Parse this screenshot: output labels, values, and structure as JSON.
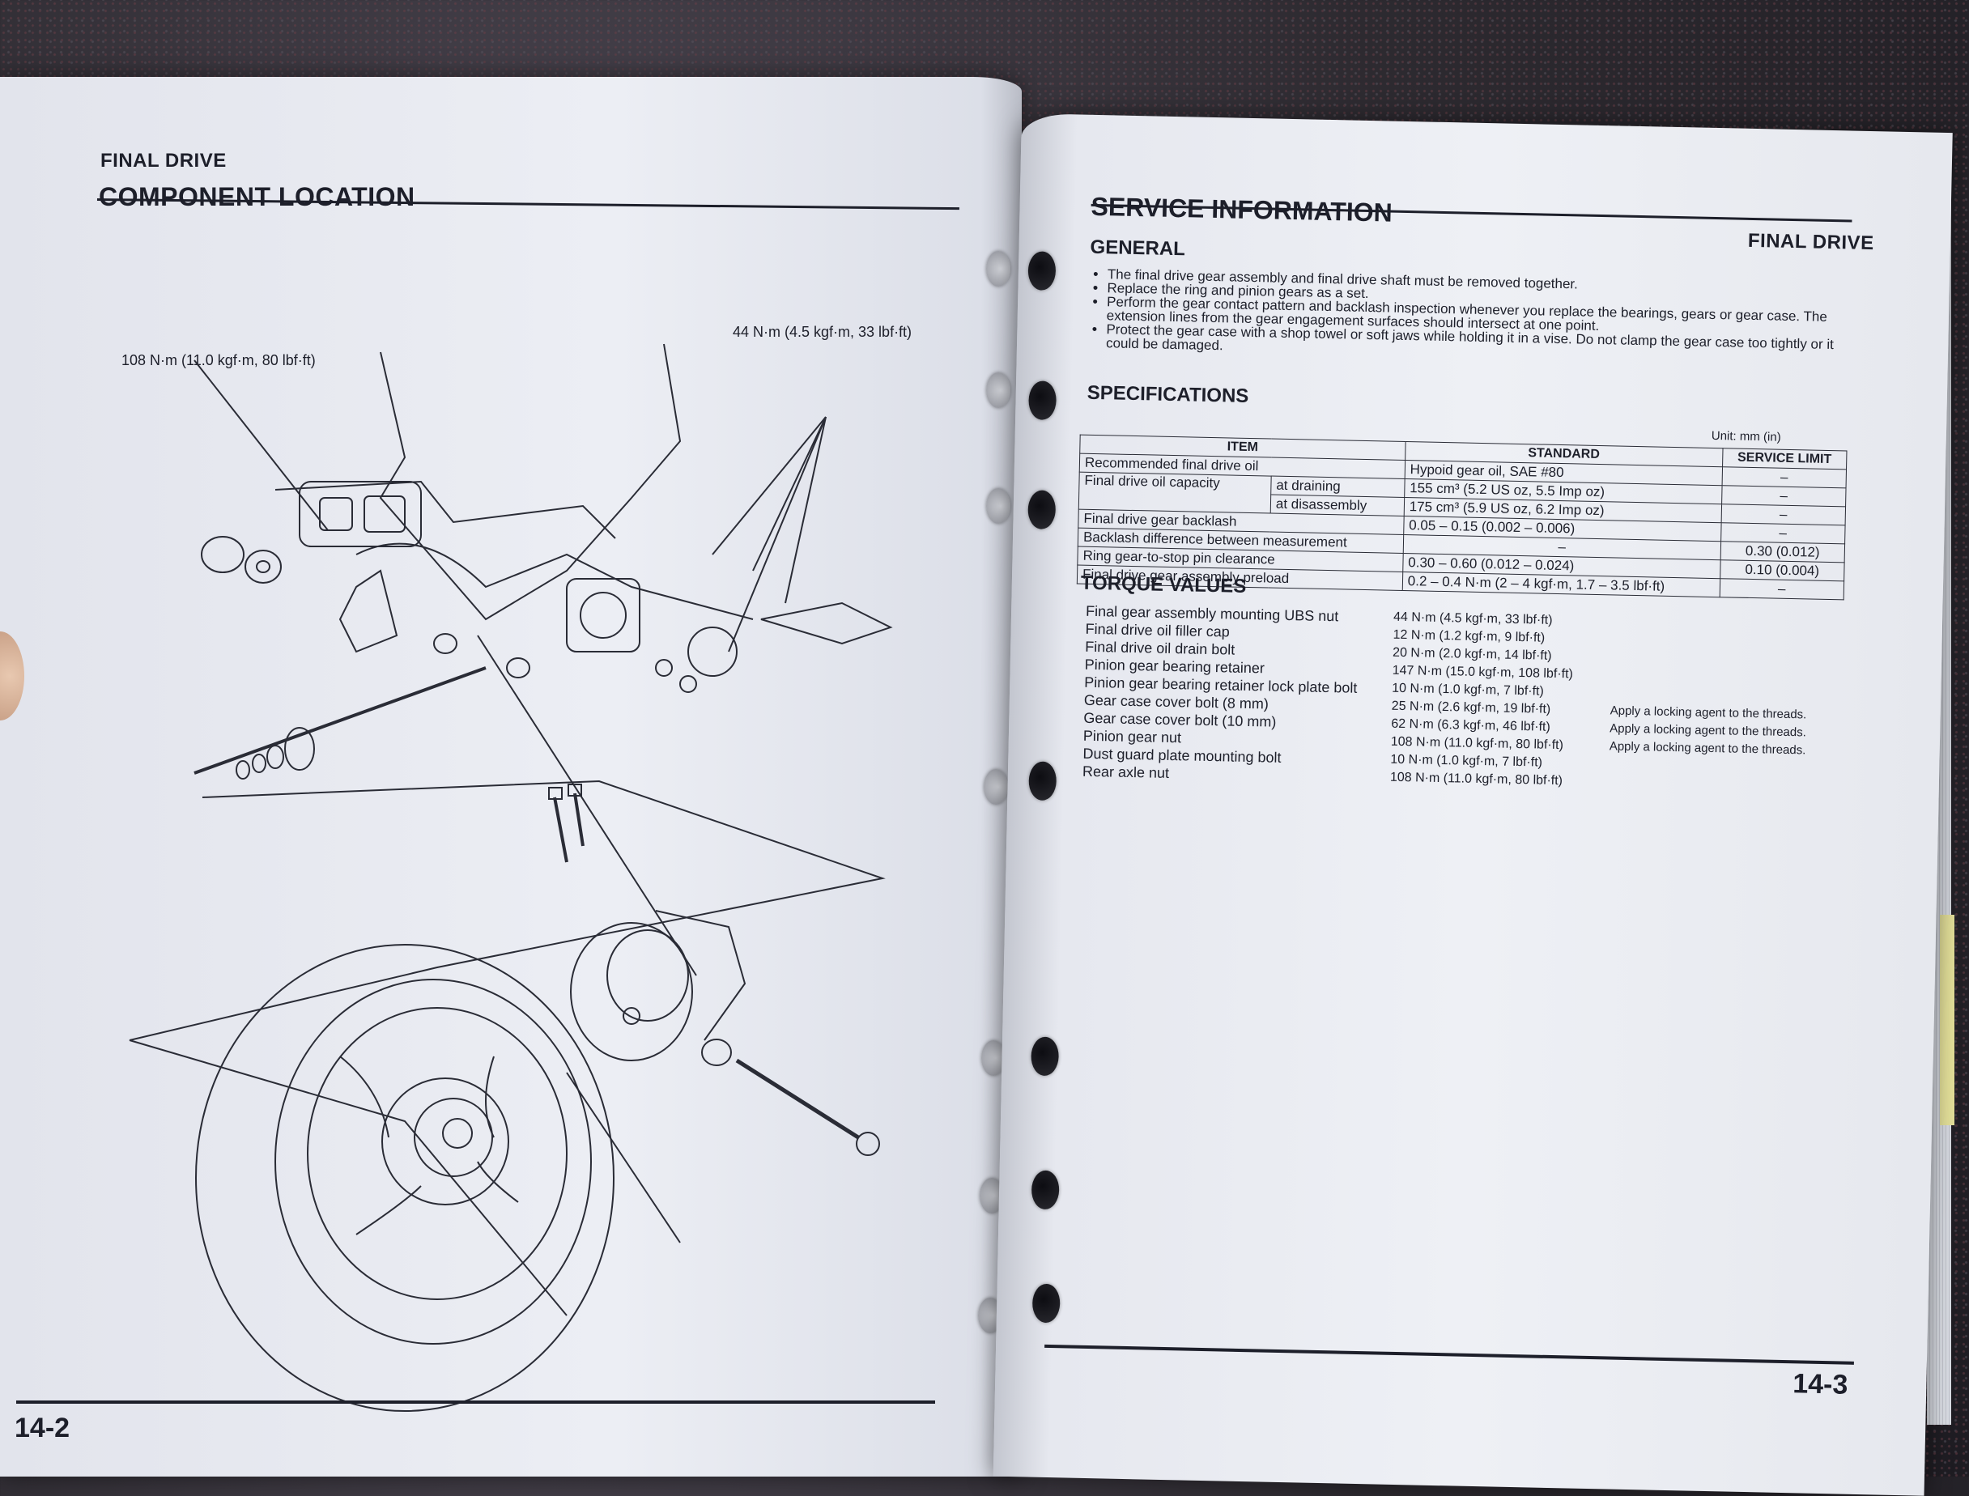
{
  "left_page": {
    "header": "FINAL DRIVE",
    "title": "COMPONENT LOCATION",
    "callouts": {
      "bolt_torque_left": "108 N·m (11.0 kgf·m, 80 lbf·ft)",
      "bolt_torque_top": "44 N·m (4.5 kgf·m, 33 lbf·ft)"
    },
    "page_number": "14-2"
  },
  "right_page": {
    "title": "SERVICE INFORMATION",
    "header": "FINAL DRIVE",
    "general": {
      "heading": "GENERAL",
      "bullets": [
        "The final drive gear assembly and final drive shaft must be removed together.",
        "Replace the ring and pinion gears as a set.",
        "Perform the gear contact pattern and backlash inspection whenever you replace the bearings, gears or gear case. The extension lines from the gear engagement surfaces should intersect at one point.",
        "Protect the gear case with a shop towel or soft jaws while holding it in a vise. Do not clamp the gear case too tightly or it could be damaged."
      ]
    },
    "specifications": {
      "heading": "SPECIFICATIONS",
      "unit": "Unit: mm (in)",
      "columns": [
        "ITEM",
        "STANDARD",
        "SERVICE LIMIT"
      ],
      "rows": [
        {
          "item": "Recommended final drive oil",
          "sub": "",
          "standard": "Hypoid gear oil, SAE #80",
          "limit": "–"
        },
        {
          "item": "Final drive oil capacity",
          "sub": "at draining",
          "standard": "155 cm³ (5.2 US oz, 5.5 Imp oz)",
          "limit": "–"
        },
        {
          "item": "",
          "sub": "at disassembly",
          "standard": "175 cm³ (5.9 US oz, 6.2 Imp oz)",
          "limit": "–"
        },
        {
          "item": "Final drive gear backlash",
          "sub": "",
          "standard": "0.05 – 0.15 (0.002 – 0.006)",
          "limit": "–"
        },
        {
          "item": "Backlash difference between measurement",
          "sub": "",
          "standard": "–",
          "limit": "0.30 (0.012)"
        },
        {
          "item": "Ring gear-to-stop pin clearance",
          "sub": "",
          "standard": "0.30 – 0.60 (0.012 – 0.024)",
          "limit": "0.10 (0.004)"
        },
        {
          "item": "Final drive gear assembly preload",
          "sub": "",
          "standard": "0.2 – 0.4 N·m (2 – 4 kgf·m, 1.7 – 3.5 lbf·ft)",
          "limit": "–"
        }
      ]
    },
    "torque": {
      "heading": "TORQUE VALUES",
      "rows": [
        {
          "item": "Final gear assembly mounting UBS nut",
          "value": "44 N·m (4.5 kgf·m, 33 lbf·ft)",
          "note": ""
        },
        {
          "item": "Final drive oil filler cap",
          "value": "12 N·m (1.2 kgf·m, 9 lbf·ft)",
          "note": ""
        },
        {
          "item": "Final drive oil drain bolt",
          "value": "20 N·m (2.0 kgf·m, 14 lbf·ft)",
          "note": ""
        },
        {
          "item": "Pinion gear bearing retainer",
          "value": "147 N·m (15.0 kgf·m, 108 lbf·ft)",
          "note": ""
        },
        {
          "item": "Pinion gear bearing retainer lock plate bolt",
          "value": "10 N·m (1.0 kgf·m, 7 lbf·ft)",
          "note": ""
        },
        {
          "item": "Gear case cover bolt (8 mm)",
          "value": "25 N·m (2.6 kgf·m, 19 lbf·ft)",
          "note": "Apply a locking agent to the threads."
        },
        {
          "item": "Gear case cover bolt (10 mm)",
          "value": "62 N·m (6.3 kgf·m, 46 lbf·ft)",
          "note": "Apply a locking agent to the threads."
        },
        {
          "item": "Pinion gear nut",
          "value": "108 N·m (11.0 kgf·m, 80 lbf·ft)",
          "note": "Apply a locking agent to the threads."
        },
        {
          "item": "Dust guard plate mounting bolt",
          "value": "10 N·m (1.0 kgf·m, 7 lbf·ft)",
          "note": ""
        },
        {
          "item": "Rear axle nut",
          "value": "108 N·m (11.0 kgf·m, 80 lbf·ft)",
          "note": ""
        }
      ]
    },
    "page_number": "14-3"
  }
}
